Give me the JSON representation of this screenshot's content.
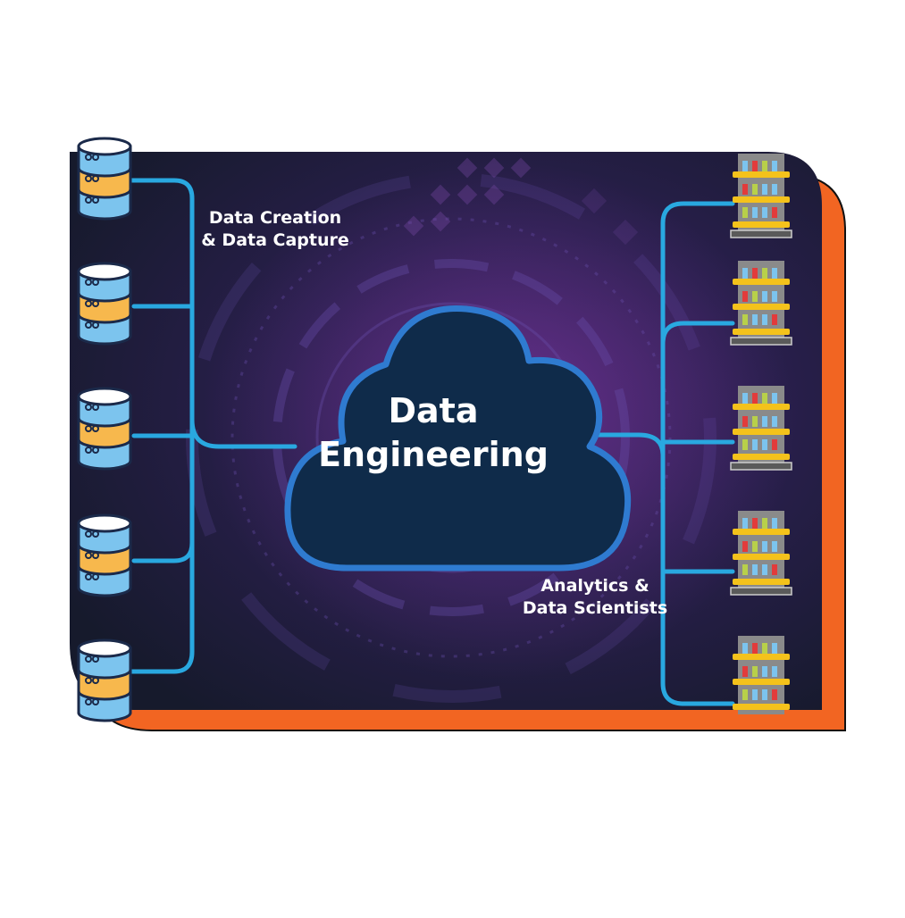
{
  "diagram": {
    "title_line1": "Data",
    "title_line2": "Engineering",
    "left_label_line1": "Data Creation",
    "left_label_line2": "& Data Capture",
    "right_label_line1": "Analytics &",
    "right_label_line2": "Data Scientists"
  },
  "colors": {
    "background_dark": "#1b1a2e",
    "accent_purple": "#5a2a7a",
    "frame_orange": "#f26522",
    "connector_blue": "#29a8e0",
    "cloud_fill": "#0f2b4a",
    "cloud_stroke": "#2f7bd0",
    "database_blue": "#7cc4ee",
    "database_yellow": "#f7b84d",
    "server_gray": "#8a8a8a",
    "server_yellow": "#f4c21b"
  },
  "icons": {
    "left_nodes": [
      "database-icon",
      "database-icon",
      "database-icon",
      "database-icon",
      "database-icon"
    ],
    "right_nodes": [
      "server-icon",
      "server-icon",
      "server-icon",
      "server-icon",
      "server-icon"
    ],
    "center": "cloud-icon"
  }
}
